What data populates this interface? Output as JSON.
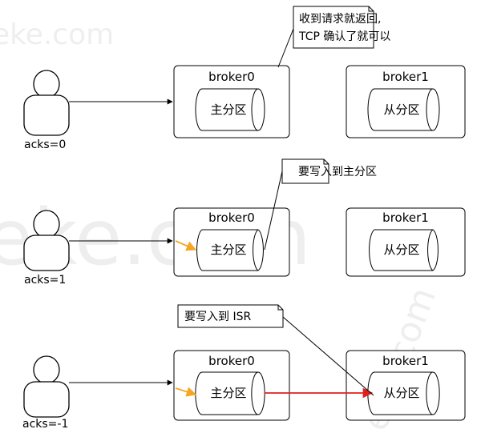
{
  "rows": [
    {
      "acks_label": "acks=0",
      "note_lines": [
        "收到请求就返回,",
        "TCP 确认了就可以"
      ],
      "leader": {
        "title": "broker0",
        "partition": "主分区"
      },
      "follower": {
        "title": "broker1",
        "partition": "从分区"
      },
      "inner_arrow": false,
      "replication_arrow": false
    },
    {
      "acks_label": "acks=1",
      "note_lines": [
        "要写入到主分区"
      ],
      "leader": {
        "title": "broker0",
        "partition": "主分区"
      },
      "follower": {
        "title": "broker1",
        "partition": "从分区"
      },
      "inner_arrow": true,
      "replication_arrow": false
    },
    {
      "acks_label": "acks=-1",
      "note_lines": [
        "要写入到 ISR"
      ],
      "leader": {
        "title": "broker0",
        "partition": "主分区"
      },
      "follower": {
        "title": "broker1",
        "partition": "从分区"
      },
      "inner_arrow": true,
      "replication_arrow": true
    }
  ],
  "watermark_text": "eke.com",
  "colors": {
    "line": "#000000",
    "inner_arrow": "#f5a623",
    "replication_arrow": "#e0201b",
    "watermark": "#000000"
  }
}
